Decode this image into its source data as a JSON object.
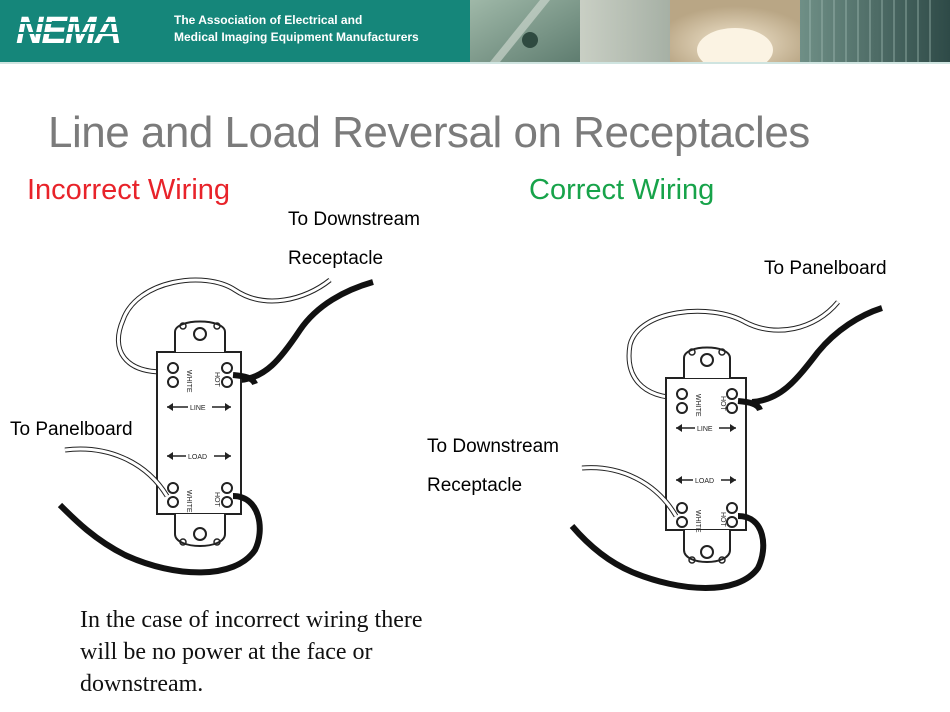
{
  "header": {
    "logo_text": "NEMA",
    "org_line1": "The Association of Electrical and",
    "org_line2": "Medical Imaging Equipment Manufacturers"
  },
  "title": "Line and Load Reversal on Receptacles",
  "incorrect": {
    "heading": "Incorrect Wiring",
    "label_downstream_1": "To Downstream",
    "label_downstream_2": "Receptacle",
    "label_panelboard": "To Panelboard"
  },
  "correct": {
    "heading": "Correct Wiring",
    "label_panelboard": "To Panelboard",
    "label_downstream_1": "To Downstream",
    "label_downstream_2": "Receptacle"
  },
  "receptacle": {
    "white": "WHITE",
    "hot": "HOT",
    "line": "LINE",
    "load": "LOAD"
  },
  "note": "In the case of incorrect wiring there will be no power at the face or downstream.",
  "colors": {
    "header_bg": "#15867a",
    "title": "#7b7b7b",
    "incorrect": "#e8232a",
    "correct": "#17a34a"
  }
}
